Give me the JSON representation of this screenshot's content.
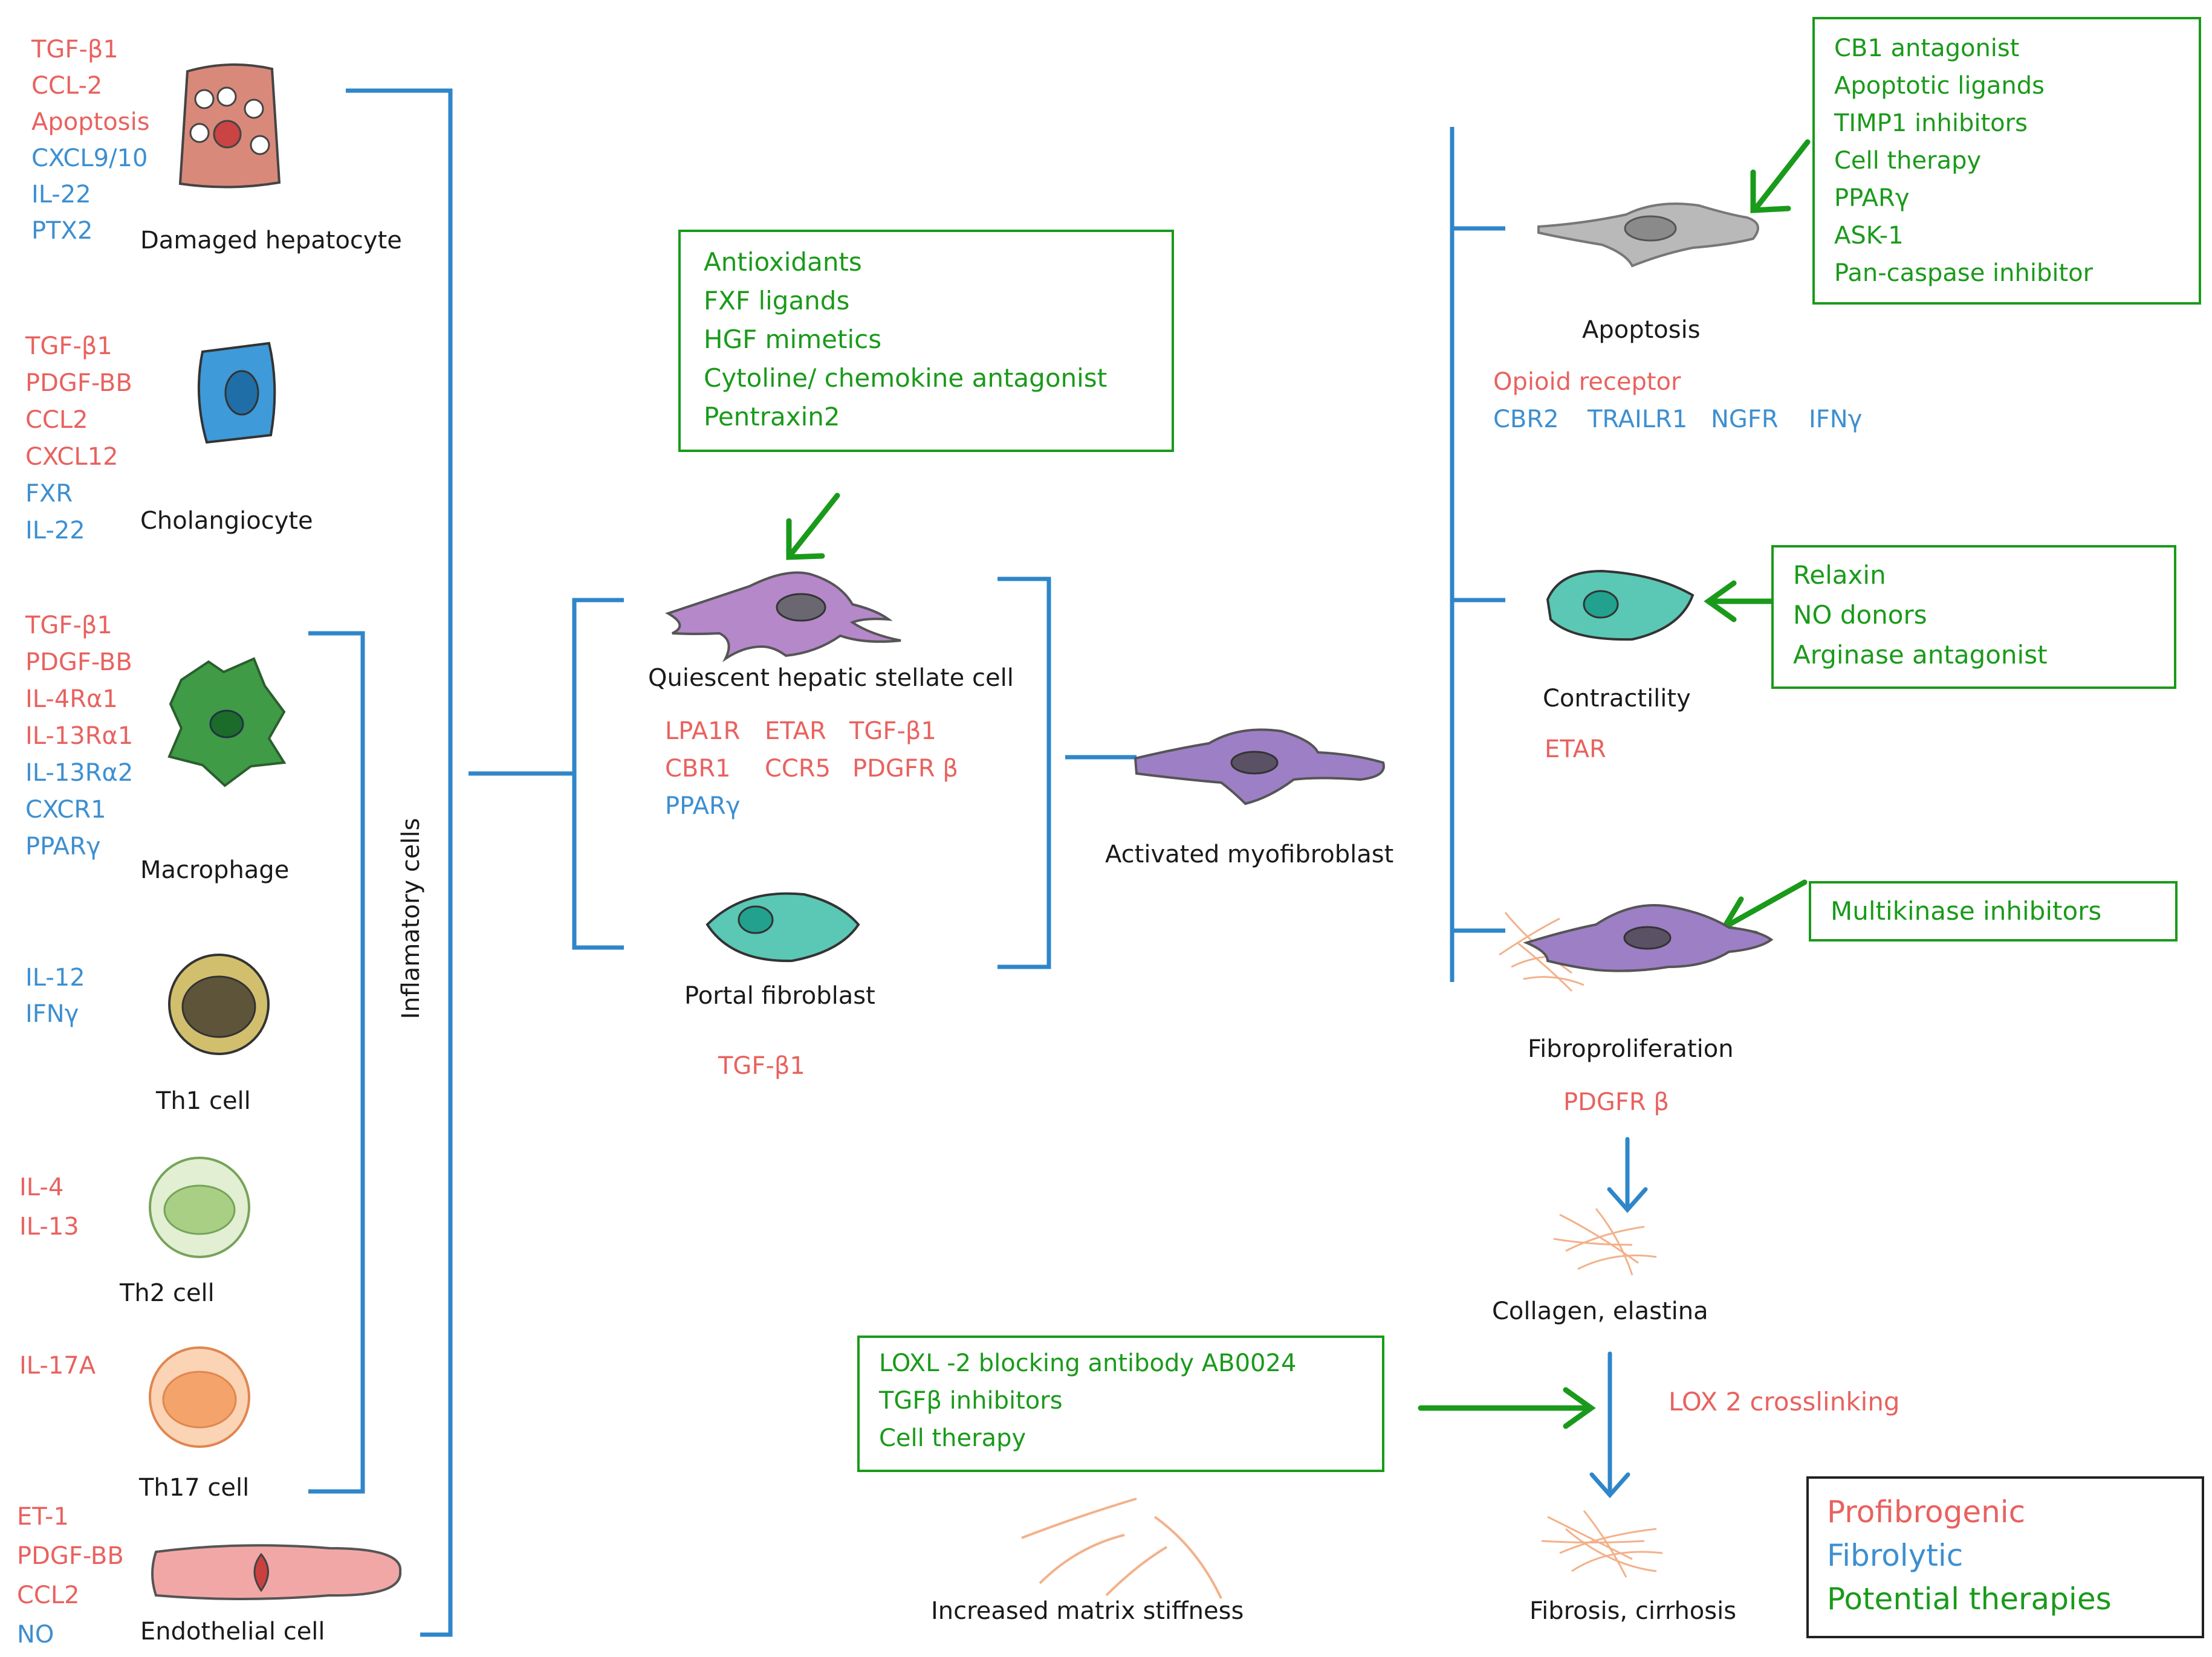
{
  "cells": {
    "damaged_hepatocyte": {
      "label": "Damaged hepatocyte",
      "profibrogenic": [
        "TGF-β1",
        "CCL-2",
        "Apoptosis"
      ],
      "fibrolytic": [
        "CXCL9/10",
        "IL-22",
        "PTX2"
      ]
    },
    "cholangiocyte": {
      "label": "Cholangiocyte",
      "profibrogenic": [
        "TGF-β1",
        "PDGF-BB",
        "CCL2",
        "CXCL12"
      ],
      "fibrolytic": [
        "FXR",
        "IL-22"
      ]
    },
    "macrophage": {
      "label": "Macrophage",
      "profibrogenic": [
        "TGF-β1",
        "PDGF-BB",
        "IL-4Rα1",
        "IL-13Rα1"
      ],
      "fibrolytic": [
        "IL-13Rα2",
        "CXCR1",
        "PPARγ"
      ]
    },
    "th1_cell": {
      "label": "Th1 cell",
      "fibrolytic": [
        "IL-12",
        "IFNγ"
      ]
    },
    "th2_cell": {
      "label": "Th2 cell",
      "profibrogenic": [
        "IL-4",
        "IL-13"
      ]
    },
    "th17_cell": {
      "label": "Th17 cell",
      "profibrogenic": [
        "IL-17A"
      ]
    },
    "endothelial_cell": {
      "label": "Endothelial cell",
      "profibrogenic": [
        "ET-1",
        "PDGF-BB",
        "CCL2"
      ],
      "fibrolytic": [
        "NO"
      ]
    },
    "inflammatory_cells_label": "Inflamatory cells",
    "quiescent_hsc": {
      "label": "Quiescent hepatic stellate cell",
      "profibrogenic": [
        "LPA1R",
        "ETAR",
        "TGF-β1",
        "CBR1",
        "CCR5",
        "PDGFR β"
      ],
      "fibrolytic": [
        "PPARγ"
      ]
    },
    "portal_fibroblast": {
      "label": "Portal fibroblast",
      "profibrogenic": [
        "TGF-β1"
      ]
    },
    "activated_myofibroblast": {
      "label": "Activated myofibroblast"
    },
    "apoptosis": {
      "label": "Apoptosis",
      "profibrogenic": [
        "Opioid receptor"
      ],
      "fibrolytic": [
        "CBR2",
        "TRAILR1",
        "NGFR",
        "IFNγ"
      ]
    },
    "contractility": {
      "label": "Contractility",
      "profibrogenic": [
        "ETAR"
      ]
    },
    "fibroproliferation": {
      "label": "Fibroproliferation",
      "profibrogenic": [
        "PDGFR β"
      ]
    },
    "collagen": {
      "label": "Collagen, elastina"
    },
    "fibrosis": {
      "label": "Fibrosis, cirrhosis"
    },
    "matrix_stiffness": {
      "label": "Increased matrix stiffness"
    },
    "lox2": {
      "label": "LOX 2 crosslinking"
    }
  },
  "therapies": {
    "hsc": [
      "Antioxidants",
      "FXF ligands",
      "HGF mimetics",
      "Cytoline/ chemokine  antagonist",
      "Pentraxin2"
    ],
    "apoptosis": [
      "CB1 antagonist",
      "Apoptotic ligands",
      "TIMP1 inhibitors",
      "Cell therapy",
      "PPARγ",
      "ASK-1",
      "Pan-caspase inhibitor"
    ],
    "contractility": [
      "Relaxin",
      "NO donors",
      "Arginase antagonist"
    ],
    "fibroproliferation": [
      "Multikinase  inhibitors"
    ],
    "crosslinking": [
      "LOXL -2 blocking antibody AB0024",
      "TGFβ  inhibitors",
      "Cell therapy"
    ]
  },
  "legend": {
    "profibrogenic": "Profibrogenic",
    "fibrolytic": "Fibrolytic",
    "therapies": "Potential therapies"
  },
  "colors": {
    "profibrogenic": "#e8625f",
    "fibrolytic": "#3d8fd0",
    "therapies": "#1a9a1a",
    "connector": "#2f86c9"
  }
}
